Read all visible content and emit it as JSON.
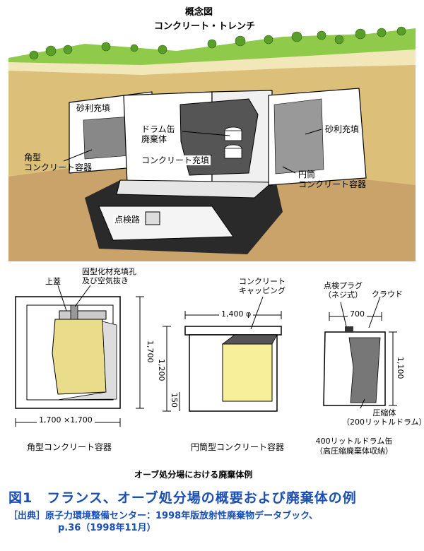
{
  "top": {
    "title_line1": "概念図",
    "title_line2": "コンクリート・トレンチ",
    "labels": {
      "gravel_fill_left": "砂利充填",
      "square_container": "角型\nコンクリート容器",
      "drum_waste": "ドラム缶\n廃棄体",
      "concrete_fill": "コンクリート充填",
      "gravel_fill_right": "砂利充填",
      "cylinder_container": "円筒\nコンクリート容器",
      "inspection_path": "点検路"
    }
  },
  "bottom": {
    "square": {
      "lid": "上蓋",
      "hole": "固型化材充填孔\n及び空気抜き",
      "height": "1,700",
      "width": "1,700 ×1,700",
      "caption": "角型コンクリート容器"
    },
    "cylinder": {
      "capping": "コンクリート\nキャッピング",
      "diameter": "1,400 φ",
      "height": "1,200",
      "base": "150",
      "caption": "円筒型コンクリート容器"
    },
    "drum": {
      "plug": "点検プラグ\n（ネジ式）",
      "crowd": "クラウド",
      "width": "700",
      "height": "1,100",
      "compressed": "圧縮体\n（200リットルドラム）",
      "caption": "400リットルドラム缶\n（高圧縮廃棄体収納）"
    },
    "section_title": "オーブ処分場における廃棄体例"
  },
  "footer": {
    "figure_title": "図1　フランス、オーブ処分場の概要および廃棄体の例",
    "source_line1": "［出典］原子力環境整備センター：1998年版放射性廃棄物データブック、",
    "source_line2": "p.36（1998年11月）"
  },
  "colors": {
    "sky": "#ffffff",
    "grass": "#7fbf3a",
    "soil_light": "#f2e7b8",
    "soil": "#dcc07a",
    "ground": "#c9a36a",
    "dark_pit": "#222222",
    "blue_text": "#1a4fb5"
  }
}
